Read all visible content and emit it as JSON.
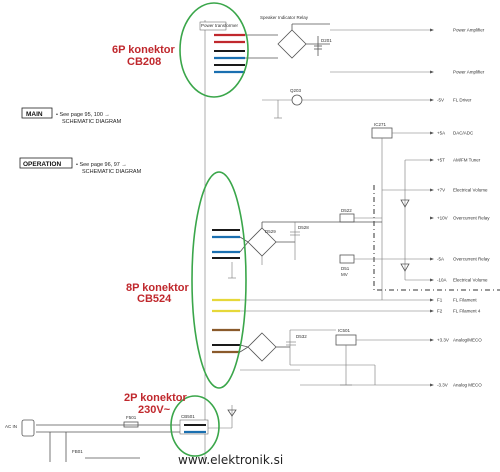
{
  "connectors": {
    "cb208": {
      "name": "6P konektor",
      "code": "CB208",
      "box_label": "Power transformer"
    },
    "cb524": {
      "name": "8P konektor",
      "code": "CB524"
    },
    "mains": {
      "name": "2P konektor",
      "voltage": "230V~",
      "plug_label": "AC IN"
    }
  },
  "notes": {
    "main": {
      "box": "MAIN",
      "text1": "• See page 95, 100 →",
      "text2": "SCHEMATIC DIAGRAM"
    },
    "operation": {
      "box": "OPERATION",
      "text1": "• See page 96, 97 →",
      "text2": "SCHEMATIC DIAGRAM"
    }
  },
  "top_note": "Speaker Indicator Relay",
  "parts": {
    "d201": "D201",
    "q203": "Q203",
    "ic271": "IC271",
    "d528": "D528",
    "d529": "D529",
    "d522": "D522",
    "d51": "D51",
    "ic501": "IC501",
    "f501": "F501",
    "fb01": "FB01",
    "cb501": "CB501",
    "mv_label": "MV"
  },
  "signals": [
    {
      "pin": "",
      "name": "Power Amplifier"
    },
    {
      "pin": "",
      "name": "Power Amplifier"
    },
    {
      "pin": "-5V",
      "name": "FL Driver"
    },
    {
      "pin": "+5A",
      "name": "DAC/ADC"
    },
    {
      "pin": "+5T",
      "name": "AM/FM Tuner"
    },
    {
      "pin": "+7V",
      "name": "Electrical Volume"
    },
    {
      "pin": "+10V",
      "name": "Overcurrent Relay"
    },
    {
      "pin": "-5A",
      "name": "Overcurrent Relay"
    },
    {
      "pin": "-10A",
      "name": "Electrical Volume"
    },
    {
      "pin": "F1",
      "name": "FL Filament"
    },
    {
      "pin": "F2",
      "name": "FL Filament 4"
    },
    {
      "pin": "+3.3V",
      "name": "Analog/MECO"
    },
    {
      "pin": "-3.3V",
      "name": "Analog MECO"
    }
  ],
  "watermark": "www.elektronik.si"
}
